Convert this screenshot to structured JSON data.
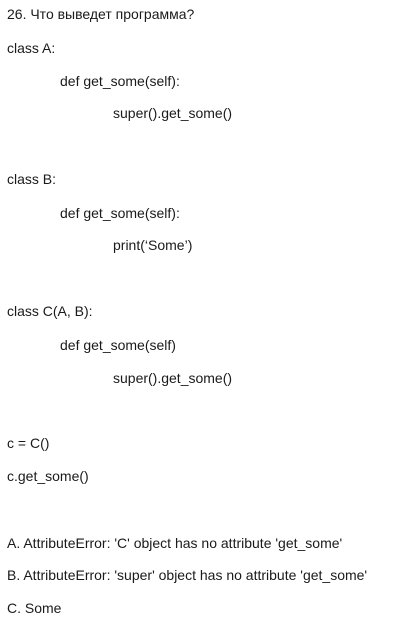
{
  "question": "26. Что выведет программа?",
  "code": {
    "class_a": {
      "header": "class A:",
      "method": "def get_some(self):",
      "body": "super().get_some()"
    },
    "class_b": {
      "header": "class B:",
      "method": "def get_some(self):",
      "body": "print(‘Some’)"
    },
    "class_c": {
      "header": "class C(A, B):",
      "method": "def get_some(self)",
      "body": "super().get_some()"
    },
    "instantiate": "c = C()",
    "call": "c.get_some()"
  },
  "options": [
    "A. AttributeError: 'C' object has no attribute 'get_some'",
    "B. AttributeError: 'super' object has no attribute 'get_some'",
    "C. Some"
  ]
}
